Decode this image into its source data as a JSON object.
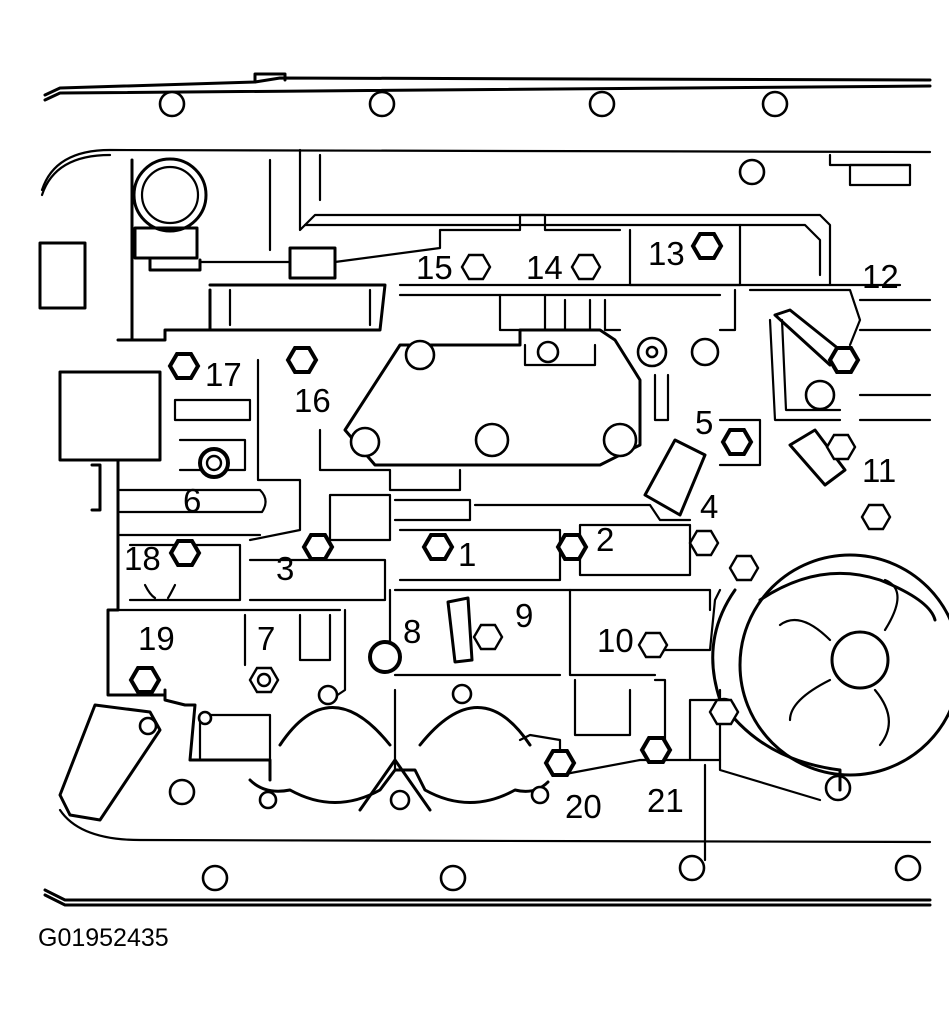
{
  "figure_id": "G01952435",
  "callouts": [
    "1",
    "2",
    "3",
    "4",
    "5",
    "6",
    "7",
    "8",
    "9",
    "10",
    "11",
    "12",
    "13",
    "14",
    "15",
    "16",
    "17",
    "18",
    "19",
    "20",
    "21"
  ]
}
